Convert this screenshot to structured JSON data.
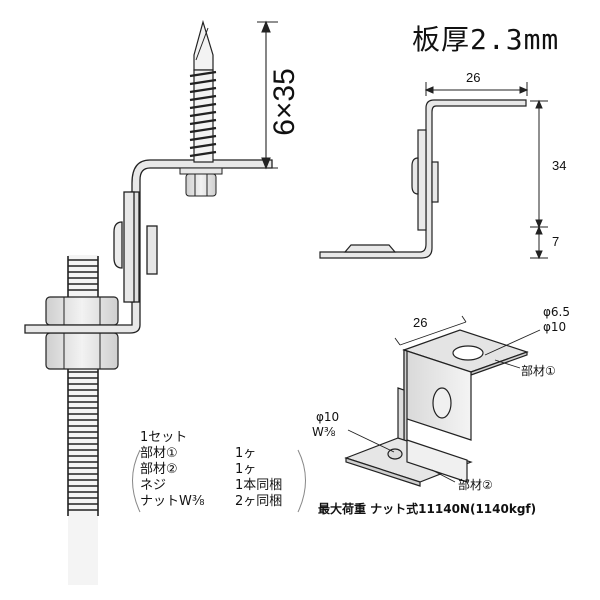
{
  "title": "板厚2.3mm",
  "screw": {
    "dimension_label": "6×35"
  },
  "side_view": {
    "width_label": "26",
    "height_label": "34",
    "lower_label": "7"
  },
  "iso_view": {
    "width_label": "26",
    "hole_top_label_1": "φ6.5",
    "hole_top_label_2": "φ10",
    "part1_label": "部材①",
    "hole_bottom_label_1": "φ10",
    "hole_bottom_label_2": "W⅜",
    "part2_label": "部材②"
  },
  "set_contents": {
    "header": "1セット",
    "items": [
      {
        "name": "部材①",
        "qty": "1ヶ"
      },
      {
        "name": "部材②",
        "qty": "1ヶ"
      },
      {
        "name": "ネジ",
        "qty": "1本同梱"
      },
      {
        "name": "ナットW⅜",
        "qty": "2ヶ同梱"
      }
    ]
  },
  "max_load": "最大荷重 ナット式11140N(1140kgf)",
  "colors": {
    "metal_fill": "#e6e6e6",
    "outline": "#222222",
    "background": "#ffffff"
  }
}
